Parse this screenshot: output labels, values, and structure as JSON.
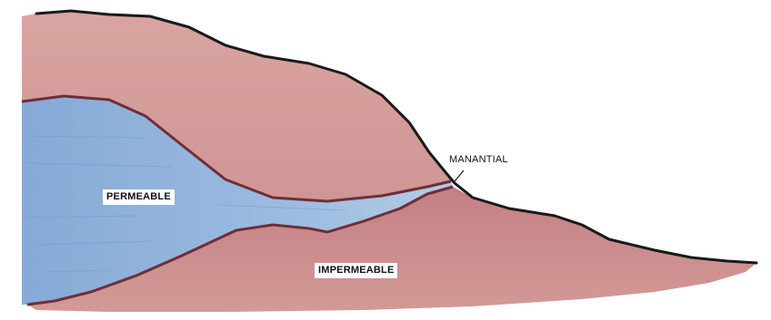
{
  "labels": {
    "permeable": "PERMEABLE",
    "impermeable": "IMPERMEABLE",
    "manantial": "MANANTIAL"
  },
  "colors": {
    "upper_permeable_cover": "#d29a98",
    "aquifer_water": "#8fb1d9",
    "impermeable_layer": "#c98586",
    "outline": "#1a1a1a",
    "layer_boundary": "#6e2e3a"
  }
}
